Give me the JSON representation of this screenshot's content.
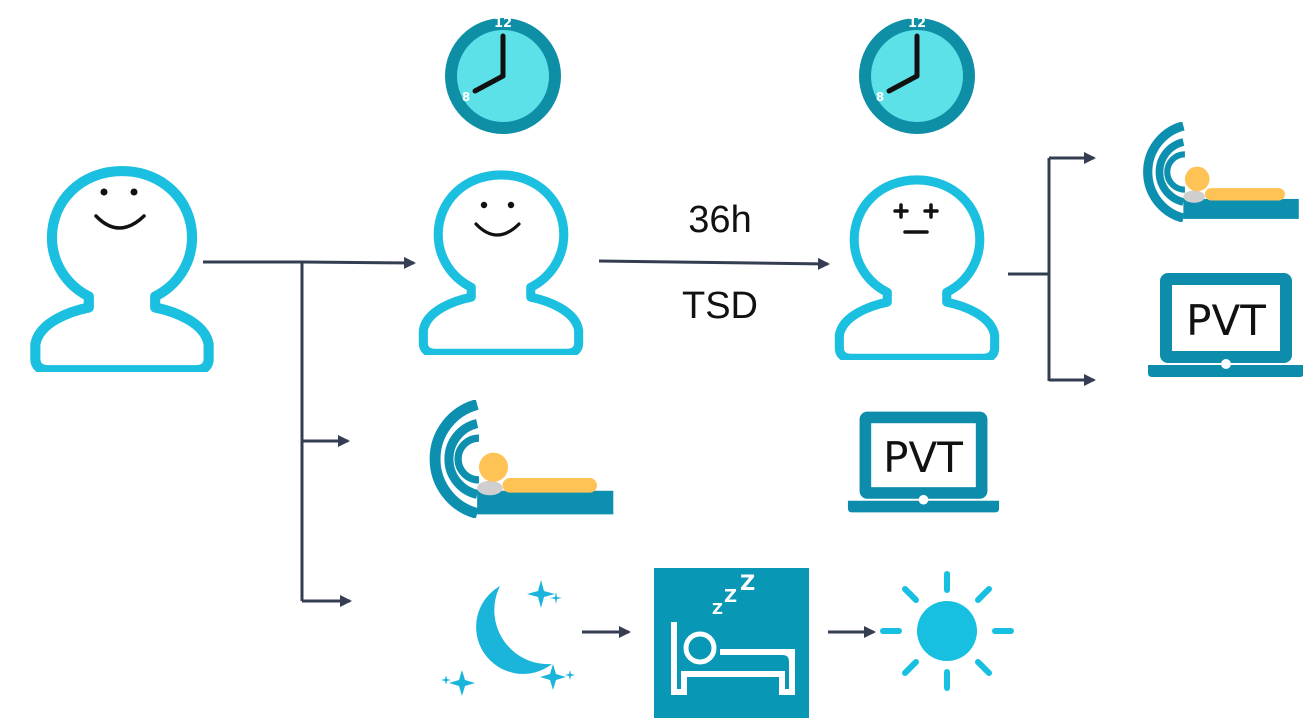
{
  "labels": {
    "duration": "36h",
    "condition": "TSD"
  },
  "clock": {
    "top_numeral": "12",
    "left_numeral": "8"
  },
  "pvt": {
    "screen_text": "PVT"
  },
  "sleep": {
    "z_large": "Z",
    "z_mid": "Z",
    "z_small": "Z"
  },
  "icons": [
    "smiling-person-icon",
    "clock-icon",
    "tired-person-icon",
    "mri-scanner-icon",
    "laptop-pvt-icon",
    "moon-stars-icon",
    "sleeping-bed-icon",
    "sun-icon",
    "arrow-icon"
  ],
  "colors": {
    "person_outline": "#1bbfdf",
    "clock_ring": "#0e8fa6",
    "clock_face": "#5de1e8",
    "scanner": "#0d8fb0",
    "patient_body": "#ffc255",
    "laptop": "#0d8cab",
    "moon": "#1bb5dc",
    "bed_panel": "#0898b5",
    "sun": "#17bfe0",
    "arrow": "#343d52"
  }
}
